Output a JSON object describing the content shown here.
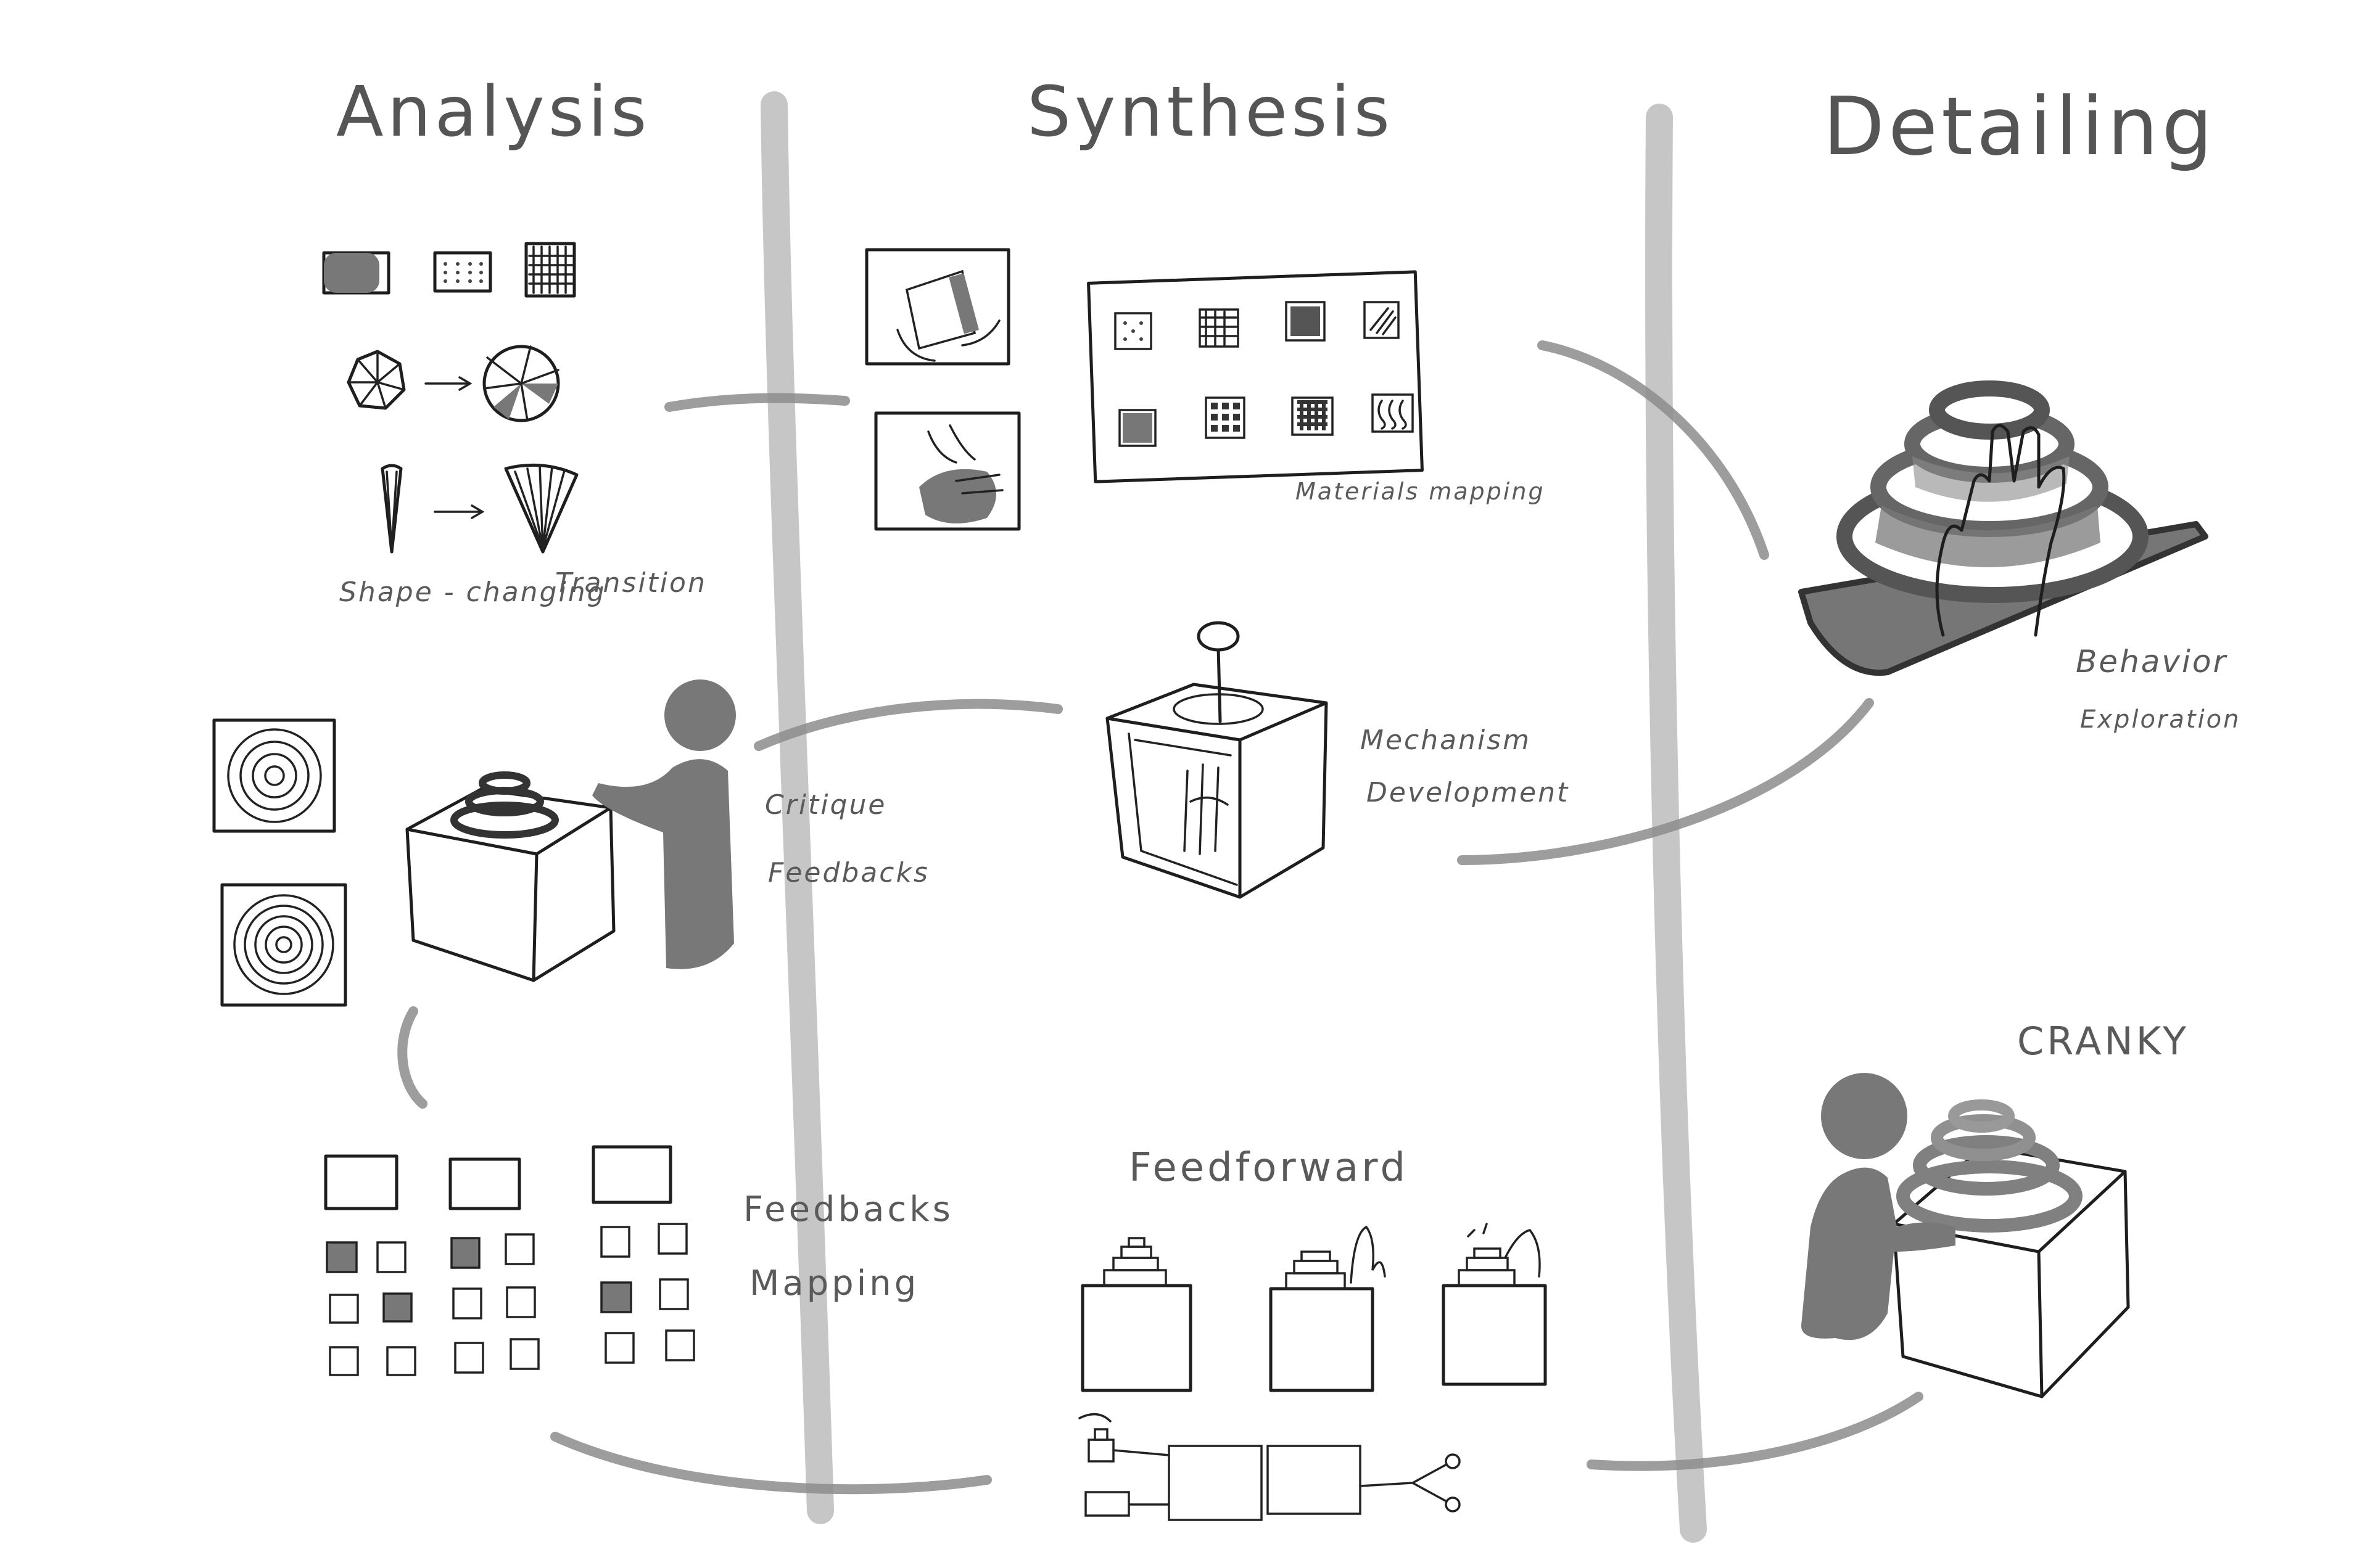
{
  "phases": {
    "analysis": "Analysis",
    "synthesis": "Synthesis",
    "detailing": "Detailing"
  },
  "labels": {
    "shape_changing": "Shape - changing",
    "transition": "Transition",
    "critique": "Critique",
    "feedbacks_critique": "Feedbacks",
    "feedbacks_mapping_1": "Feedbacks",
    "feedbacks_mapping_2": "Mapping",
    "materials_mapping": "Materials mapping",
    "mechanism": "Mechanism",
    "development": "Development",
    "feedforward": "Feedforward",
    "behavior": "Behavior",
    "exploration": "Exploration",
    "cranky": "CRANKY"
  },
  "colors": {
    "divider": "#c6c6c6",
    "flow_stroke": "#8c8c8c",
    "ink": "#1e1e1e",
    "figure_grey": "#787878",
    "text": "#555555"
  },
  "icons": [
    "person-icon",
    "tiered-cake-icon",
    "cube-icon",
    "hand-icon",
    "umbrella-icon",
    "target-icon",
    "crank-knob-icon"
  ]
}
